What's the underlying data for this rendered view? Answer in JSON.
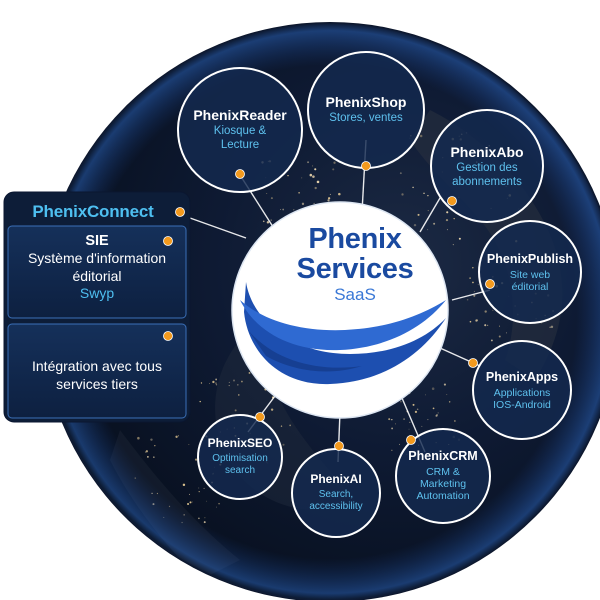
{
  "center": {
    "title_line1": "Phenix",
    "title_line2": "Services",
    "subtitle": "SaaS"
  },
  "connect": {
    "title": "PhenixConnect",
    "sie_title": "SIE",
    "sie_line1": "Système d'information",
    "sie_line2": "éditorial",
    "sie_sub": "Swyp",
    "integration_line1": "Intégration avec tous",
    "integration_line2": "services tiers"
  },
  "nodes": {
    "reader": {
      "title": "PhenixReader",
      "desc1": "Kiosque &",
      "desc2": "Lecture"
    },
    "shop": {
      "title": "PhenixShop",
      "desc1": "Stores, ventes"
    },
    "abo": {
      "title": "PhenixAbo",
      "desc1": "Gestion des",
      "desc2": "abonnements"
    },
    "publish": {
      "title": "PhenixPublish",
      "desc1": "Site web",
      "desc2": "éditorial"
    },
    "apps": {
      "title": "PhenixApps",
      "desc1": "Applications",
      "desc2": "IOS-Android"
    },
    "crm": {
      "title": "PhenixCRM",
      "desc1": "CRM &",
      "desc2": "Marketing",
      "desc3": "Automation"
    },
    "ai": {
      "title": "PhenixAI",
      "desc1": "Search,",
      "desc2": "accessibility"
    },
    "seo": {
      "title": "PhenixSEO",
      "desc1": "Optimisation",
      "desc2": "search"
    }
  },
  "colors": {
    "node_fill": "#13294f",
    "accent_cyan": "#5ec1ee",
    "connector_dot": "#f39a1e",
    "center_title": "#1a4aa0",
    "panel_bg": "#0f2547",
    "earth_space": "#0a1428"
  }
}
